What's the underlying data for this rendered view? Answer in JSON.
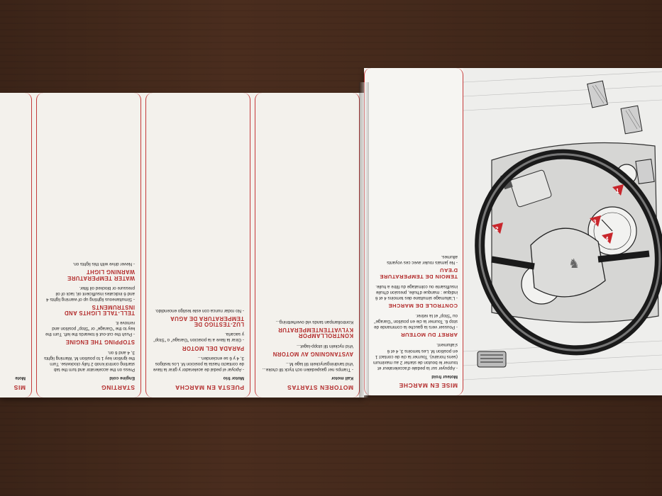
{
  "columns": [
    {
      "title": "MOTOREN STARTAS",
      "p1": "Kall motor",
      "p2": "- Tramps ner gaspedalen och tryck till choke... Vrid tandningsnyckeln till lage M...",
      "h2": "AVSTANGNING AV MOTORN",
      "p3": "Vrid nyckeln till stopp-laget...",
      "h3": "KONTROLLAMPOR KYLVATTENTEMPERATUR",
      "p4": "Kontrollampan tands vid overhettning..."
    },
    {
      "title": "PUESTA EN MARCHA",
      "p1": "Motor frio",
      "p2": "- Apoyar el pedal de acelerador y girar la llave de contacto hasta la posicion M. Los testigos 3, 4 y 6 se encienden...",
      "h2": "PARADA DEL MOTOR",
      "p3": "- Girar la llave a la posicion \"Garage\" o \"Stop\" y sacarla.",
      "h3": "LUZ-TESTIGO DE TEMPERATURA DE AGUA",
      "p4": "- No rodar nunca con este testigo encendido."
    },
    {
      "title": "STARTING",
      "p1": "Engine cold",
      "p2": "Press on the accelerator and turn the tab starting control knob 2 fully clockwise. Turn the ignition key 1 to position M. Warning lights 3, 4 and 6 on.",
      "h2": "STOPPING THE ENGINE",
      "p3": "- Push the cut-out 6 towards the left. Turn the key to the \"Garage\" or \"Stop\" position and remove it.",
      "h3": "TELL-TALE LIGHTS AND INSTRUMENTS",
      "p4": "- Simultaneous lighting up of warning lights 4 and 6 indicates insufficient oil, lack of oil pressure or blocked oil filter.",
      "h4": "WATER TEMPERATURE WARNING LIGHT",
      "p5": "- Never drive with this lights on."
    },
    {
      "title": "MIS",
      "p1": "Mote"
    }
  ],
  "right_text": {
    "title": "MISE EN MARCHE",
    "p1": "Moteur froid",
    "p2": "- Appuyer sur la pedale d'accelerateur et tourner le bouton de starter 2 au maximum (sens horaire). Tourner la cle de contact 1 en position M. Les temoins 3, 4 et 6 s'allument.",
    "h2": "ARRET DU MOTEUR",
    "p3": "- Pousser vers la gauche la commande de stop 6. Tourner la cle en position \"Garage\" ou \"Stop\" et la retirer.",
    "h3": "CONTROLE DE MARCHE",
    "p4": "- L'allumage simultane des temoins 4 et 6 indique : manque d'huile, pression d'huile insuffisante ou colmatage du filtre a huile.",
    "h4": "TEMOIN DE TEMPERATURE D'EAU",
    "p5": "- Ne jamais rouler avec ces voyants allumes."
  },
  "callouts": [
    "1",
    "2",
    "3",
    "4"
  ],
  "colors": {
    "accent": "#c43a3a",
    "page": "#f3f1ec",
    "wood": "#452a1c"
  }
}
